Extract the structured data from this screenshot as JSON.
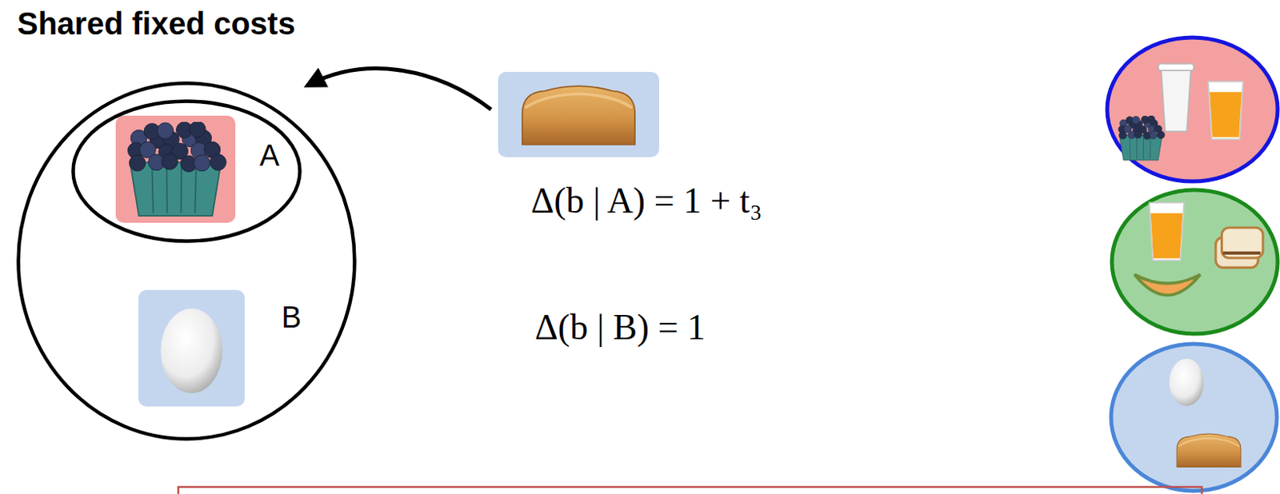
{
  "diagram": {
    "title": "Shared fixed costs",
    "nodes": [
      {
        "text": [
          "B"
        ]
      },
      {
        "text": [
          "A"
        ],
        "in": 0
      }
    ],
    "labels": [
      "Δ(b | A) = 1 + t₃",
      "Δ(b | B) = 1"
    ]
  }
}
